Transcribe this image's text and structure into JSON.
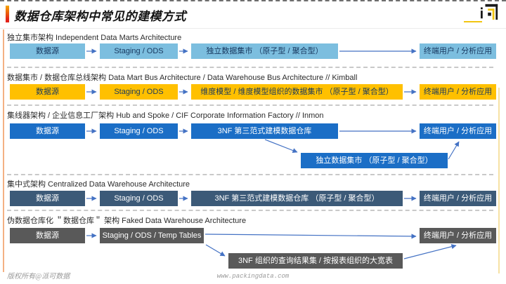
{
  "page": {
    "title": "数据仓库架构中常见的建模方式",
    "watermark_left": "版权所有@派可数据",
    "watermark_center": "www.packingdata.com"
  },
  "colors": {
    "accent_bar_top": "#F7A600",
    "accent_bar_bottom": "#E2231A",
    "row1_box": "#7CBEDF",
    "row2_box": "#FFC000",
    "row3_box": "#1B6EC6",
    "row4_box": "#3C5A78",
    "row5_box": "#595959",
    "arrow": "#4472C4",
    "left_rule": "#F4B183",
    "right_rule": "#F6E2A4"
  },
  "sections": [
    {
      "heading": "独立集市架构 Independent Data Marts Architecture",
      "boxes": [
        "数据源",
        "Staging / ODS",
        "独立数据集市 （原子型 / 聚合型）",
        "终端用户 / 分析应用"
      ]
    },
    {
      "heading": "数据集市 / 数据仓库总线架构 Data Mart Bus Architecture / Data Warehouse Bus Architecture  // Kimball",
      "boxes": [
        "数据源",
        "Staging / ODS",
        "维度模型 / 维度模型组织的数据集市 （原子型 / 聚合型）",
        "终端用户 / 分析应用"
      ]
    },
    {
      "heading": "集线器架构 / 企业信息工厂架构 Hub and Spoke / CIF Corporate Information Factory // Inmon",
      "boxes": [
        "数据源",
        "Staging / ODS",
        "3NF 第三范式建模数据仓库",
        "终端用户 / 分析应用"
      ],
      "sub_box": "独立数据集市 （原子型 / 聚合型）"
    },
    {
      "heading": "集中式架构 Centralized Data Warehouse Architecture",
      "boxes": [
        "数据源",
        "Staging / ODS",
        "3NF 第三范式建模数据仓库 （原子型 / 聚合型）",
        "终端用户 / 分析应用"
      ]
    },
    {
      "heading": "伪数据仓库化 ＂数据仓库＂ 架构  Faked Data Warehouse Architecture",
      "boxes": [
        "数据源",
        "Staging / ODS / Temp Tables",
        "终端用户 / 分析应用"
      ],
      "sub_box": "3NF 组织的查询结果集 / 按报表组织的大宽表"
    }
  ]
}
